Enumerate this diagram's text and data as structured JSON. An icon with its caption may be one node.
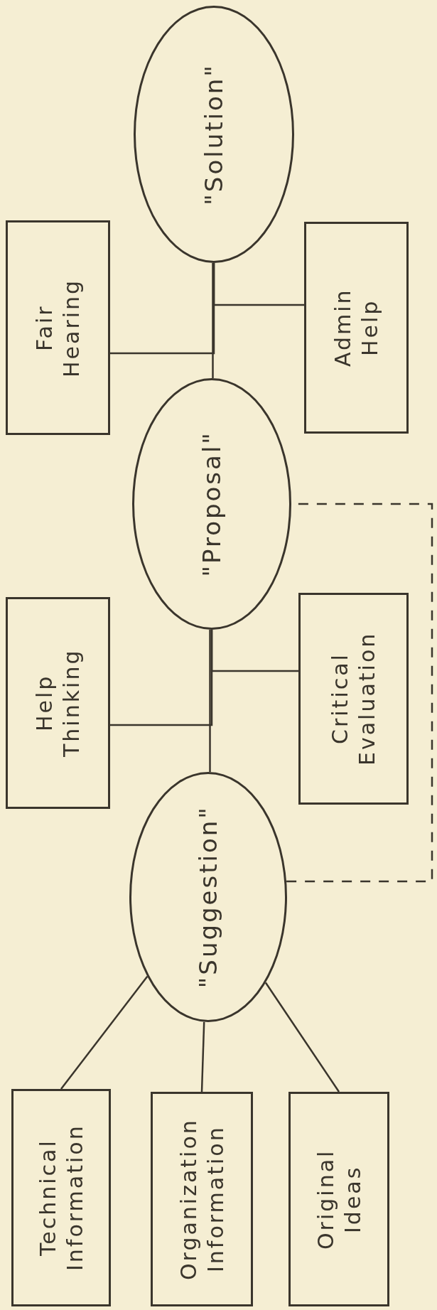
{
  "diagram": {
    "nodes": [
      {
        "text": [
          "Technical Information"
        ]
      },
      {
        "text": [
          "Organization Information"
        ]
      },
      {
        "text": [
          "Original Ideas"
        ]
      },
      {
        "text": [
          "\"Suggestion\""
        ]
      },
      {
        "text": [
          "Help Thinking"
        ]
      },
      {
        "text": [
          "Critical Evaluation"
        ]
      },
      {
        "text": [
          "\"Proposal\""
        ]
      },
      {
        "text": [
          "Fair Hearing"
        ]
      },
      {
        "text": [
          "Admin Help"
        ]
      },
      {
        "text": [
          "\"Solution\""
        ]
      }
    ],
    "edges": [
      {
        "from": 0,
        "to": 3,
        "arrow": "none"
      },
      {
        "from": 1,
        "to": 3,
        "arrow": "none"
      },
      {
        "from": 2,
        "to": 3,
        "arrow": "none"
      },
      {
        "from": 3,
        "to": 6,
        "arrow": "none"
      },
      {
        "from": 4,
        "to": 6,
        "arrow": "none"
      },
      {
        "from": 5,
        "to": 6,
        "arrow": "none"
      },
      {
        "from": 6,
        "to": 9,
        "arrow": "none"
      },
      {
        "from": 7,
        "to": 9,
        "arrow": "none"
      },
      {
        "from": 8,
        "to": 9,
        "arrow": "none"
      },
      {
        "from": 3,
        "to": 6,
        "arrow": "none",
        "style": "dashed"
      }
    ]
  }
}
